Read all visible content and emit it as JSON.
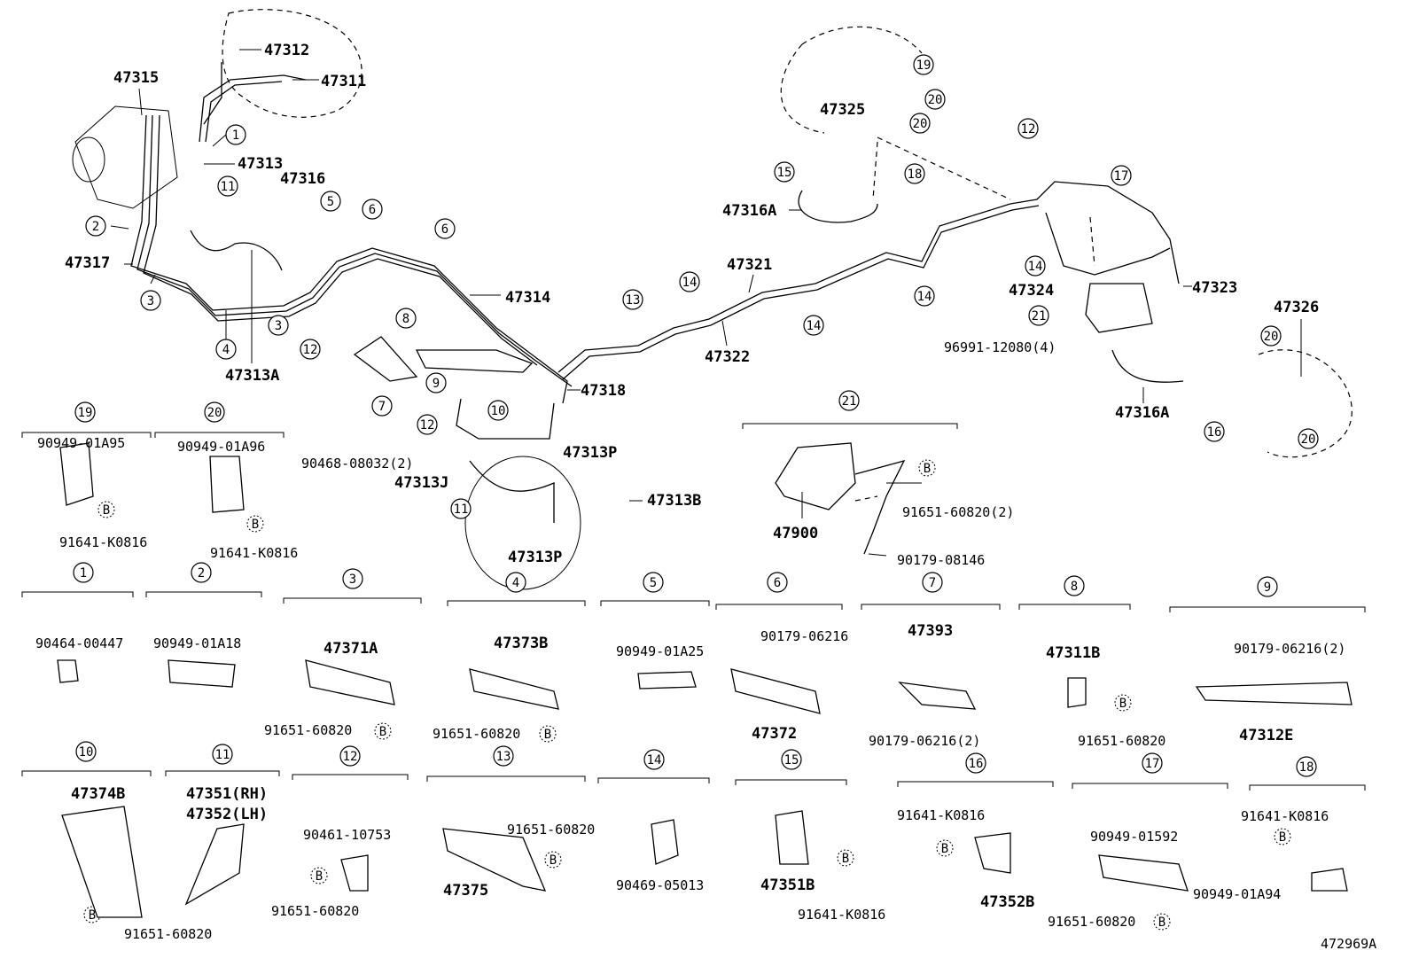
{
  "diagram_code": "472969A",
  "main_labels": {
    "p47315": "47315",
    "p47312": "47312",
    "p47311": "47311",
    "p47313": "47313",
    "p47316": "47316",
    "p47317": "47317",
    "p47313A": "47313A",
    "p47314": "47314",
    "p47318": "47318",
    "p47313P_a": "47313P",
    "p47313J": "47313J",
    "p47313B": "47313B",
    "p47313P_b": "47313P",
    "p90468": "90468-08032(2)",
    "p47321": "47321",
    "p47322": "47322",
    "p47325": "47325",
    "p47316A_a": "47316A",
    "p47324": "47324",
    "p47323": "47323",
    "p96991": "96991-12080(4)",
    "p47316A_b": "47316A",
    "p47326": "47326",
    "p47900": "47900",
    "p91651_2": "91651-60820(2)",
    "p90179_08146": "90179-08146"
  },
  "callouts": [
    "1",
    "2",
    "3",
    "4",
    "5",
    "6",
    "7",
    "8",
    "9",
    "10",
    "11",
    "12",
    "13",
    "14",
    "15",
    "16",
    "17",
    "18",
    "19",
    "20",
    "21"
  ],
  "detail_parts": {
    "g19_part": "90949-01A95",
    "g19_bolt": "91641-K0816",
    "g20_part": "90949-01A96",
    "g20_bolt": "91641-K0816",
    "g1_part": "90464-00447",
    "g2_part": "90949-01A18",
    "g3_part": "47371A",
    "g3_bolt": "91651-60820",
    "g4_part": "47373B",
    "g4_bolt": "91651-60820",
    "g5_part": "90949-01A25",
    "g6_nut": "90179-06216",
    "g6_part": "47372",
    "g7_part": "47393",
    "g7_nut": "90179-06216(2)",
    "g8_part": "47311B",
    "g8_bolt": "91651-60820",
    "g9_nut": "90179-06216(2)",
    "g9_part": "47312E",
    "g10_part": "47374B",
    "g10_bolt": "91651-60820",
    "g11_part_rh": "47351(RH)",
    "g11_part_lh": "47352(LH)",
    "g12_part": "90461-10753",
    "g12_bolt": "91651-60820",
    "g13_bolt": "91651-60820",
    "g13_part": "47375",
    "g14_part": "90469-05013",
    "g15_part": "47351B",
    "g15_bolt": "91641-K0816",
    "g16_bolt": "91641-K0816",
    "g16_part": "47352B",
    "g17_part": "90949-01592",
    "g17_bolt": "91651-60820",
    "g18_bolt": "91641-K0816",
    "g18_part": "90949-01A94"
  },
  "bolt_marker": "B"
}
